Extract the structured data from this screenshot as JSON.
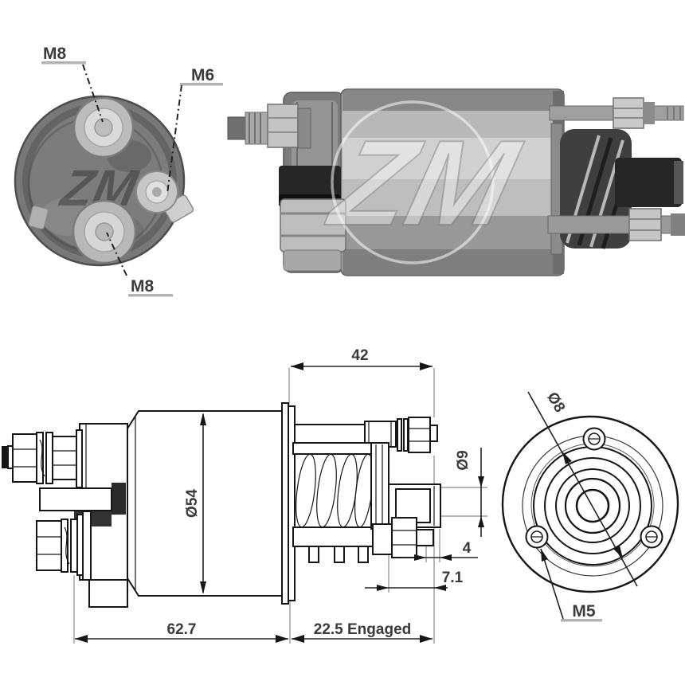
{
  "watermark": {
    "text": "ZM"
  },
  "rear_view": {
    "terminal_top_label": "M8",
    "terminal_side_label": "M6",
    "terminal_bottom_label": "M8"
  },
  "side_drawing": {
    "plunger_span": "42",
    "body_diameter": "Ø54",
    "pin_diameter": "Ø9",
    "pin_offset": "4",
    "pin_travel": "7.1",
    "body_length": "62.7",
    "engaged_length": "22.5 Engaged"
  },
  "front_drawing": {
    "hole_circle_diameter": "Ø8",
    "thread_label": "M5"
  },
  "colors": {
    "paper": "#ffffff",
    "drawing_line": "#161616",
    "dimension_text": "#3a3a3a",
    "extension_line": "#9b9b9b",
    "photo_metal": "#b0b0b0",
    "photo_dark_part": "#2c2c2c"
  }
}
